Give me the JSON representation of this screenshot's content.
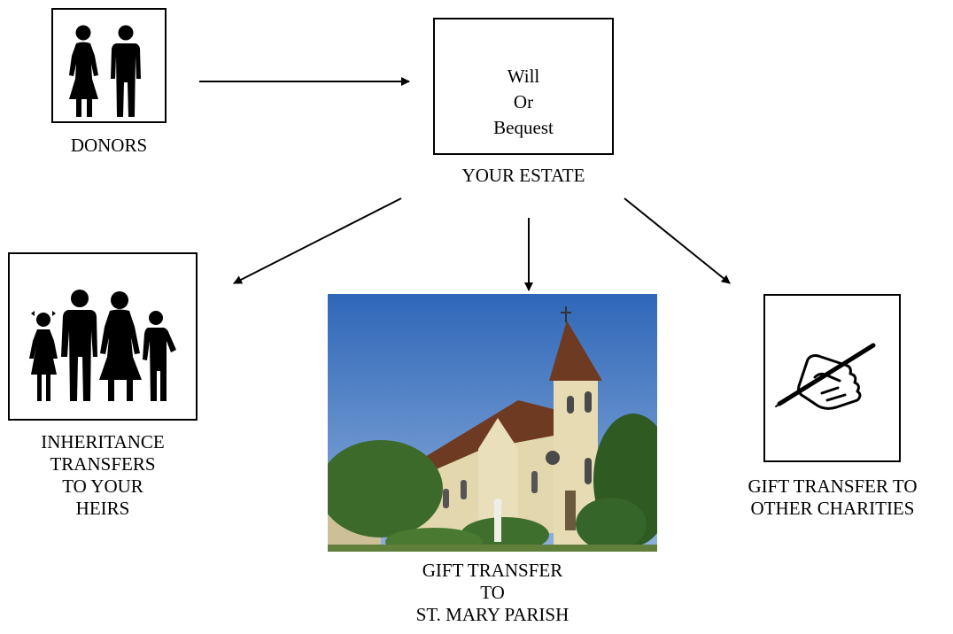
{
  "nodes": {
    "donors": {
      "label": "DONORS"
    },
    "estate": {
      "title": "YOUR ESTATE",
      "lines": [
        "Will",
        "Or",
        "Bequest"
      ]
    },
    "heirs": {
      "lines": [
        "INHERITANCE",
        "TRANSFERS",
        "TO YOUR",
        "HEIRS"
      ]
    },
    "parish": {
      "lines": [
        "GIFT TRANSFER",
        "TO",
        "ST. MARY PARISH"
      ]
    },
    "charities": {
      "lines": [
        "GIFT TRANSFER TO",
        "OTHER CHARITIES"
      ]
    }
  },
  "icons": {
    "donors": "couple-icon",
    "heirs": "family-icon",
    "parish": "church-photo",
    "charities": "hand-writing-pen-icon"
  },
  "colors": {
    "stroke": "#000000",
    "sky": "#3b74c4",
    "stone": "#e2d7ad",
    "roof": "#6e3a22",
    "foliage": "#2f5a22"
  }
}
